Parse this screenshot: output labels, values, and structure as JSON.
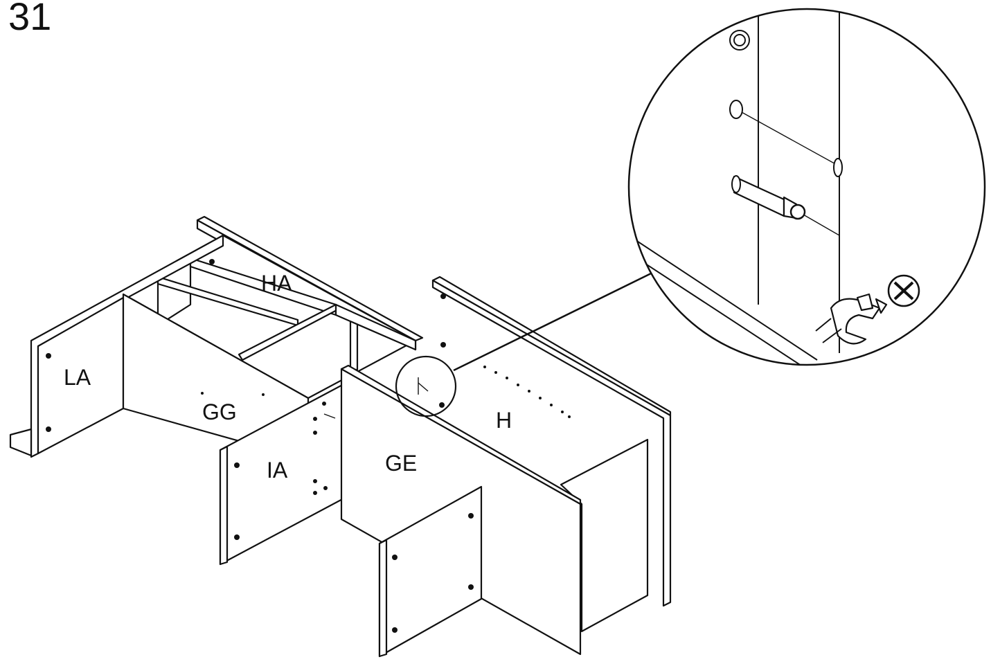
{
  "step": {
    "number": "31"
  },
  "parts": {
    "LA": "LA",
    "HA": "HA",
    "GG": "GG",
    "IA": "IA",
    "GE": "GE",
    "H": "H"
  }
}
